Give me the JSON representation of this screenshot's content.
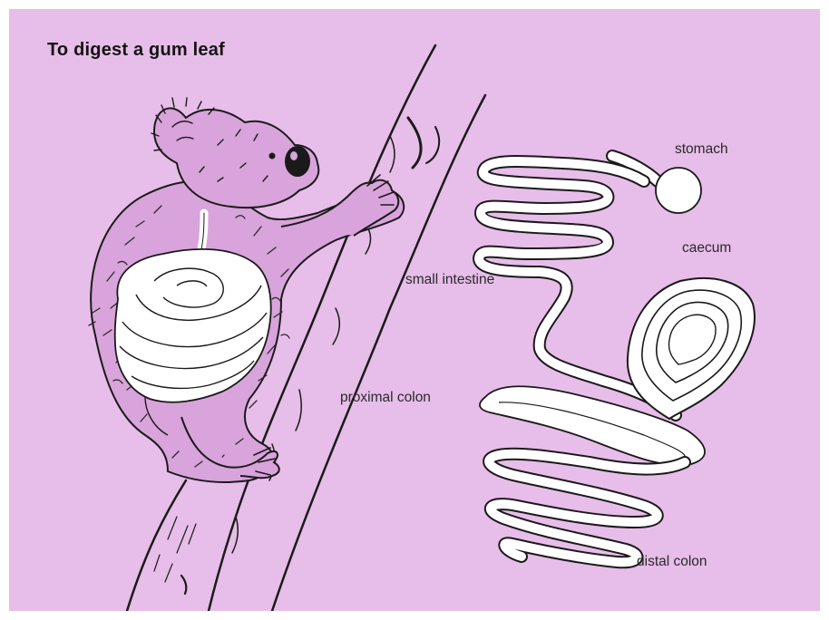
{
  "title": "To digest a gum leaf",
  "labels": {
    "stomach": "stomach",
    "caecum": "caecum",
    "small_intestine": "small intestine",
    "proximal_colon": "proximal colon",
    "distal_colon": "distal colon"
  },
  "colors": {
    "background": "#e7bde9",
    "ink": "#1a1a1a",
    "organ_fill": "#ffffff"
  }
}
